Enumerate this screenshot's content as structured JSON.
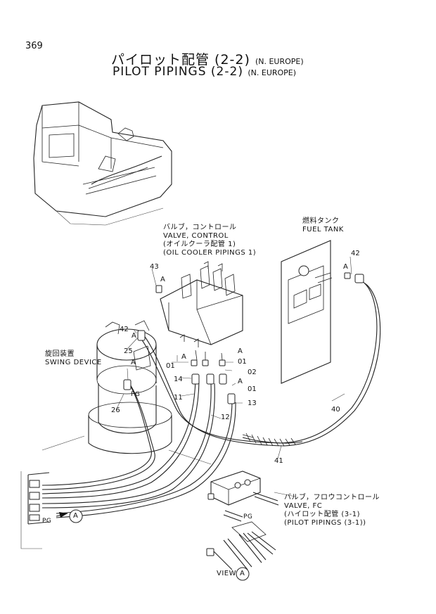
{
  "page_number": "369",
  "title": {
    "jp": "パイロット配管 (2-2)",
    "en": "PILOT PIPINGS (2-2)",
    "region": "(N. EUROPE)"
  },
  "callouts": {
    "valve_control_jp": "バルブ，コントロール",
    "valve_control_en": "VALVE, CONTROL",
    "oil_cooler_jp": "(オイルクーラ配管 1)",
    "oil_cooler_en": "(OIL COOLER PIPINGS 1)",
    "fuel_tank_jp": "燃料タンク",
    "fuel_tank_en": "FUEL TANK",
    "swing_device_jp": "旋回装置",
    "swing_device_en": "SWING DEVICE",
    "valve_fc_jp": "バルブ，フロウコントロール",
    "valve_fc_en": "VALVE, FC",
    "pilot_pipings_jp": "(ハイロット配管 (3-1)",
    "pilot_pipings_en": "(PILOT PIPINGS (3-1))",
    "view_label": "VIEW",
    "view_letter": "A",
    "detail_a": "A",
    "pg": "PG"
  },
  "parts": [
    "01",
    "02",
    "11",
    "12",
    "13",
    "14",
    "25",
    "26",
    "40",
    "41",
    "42",
    "43"
  ]
}
